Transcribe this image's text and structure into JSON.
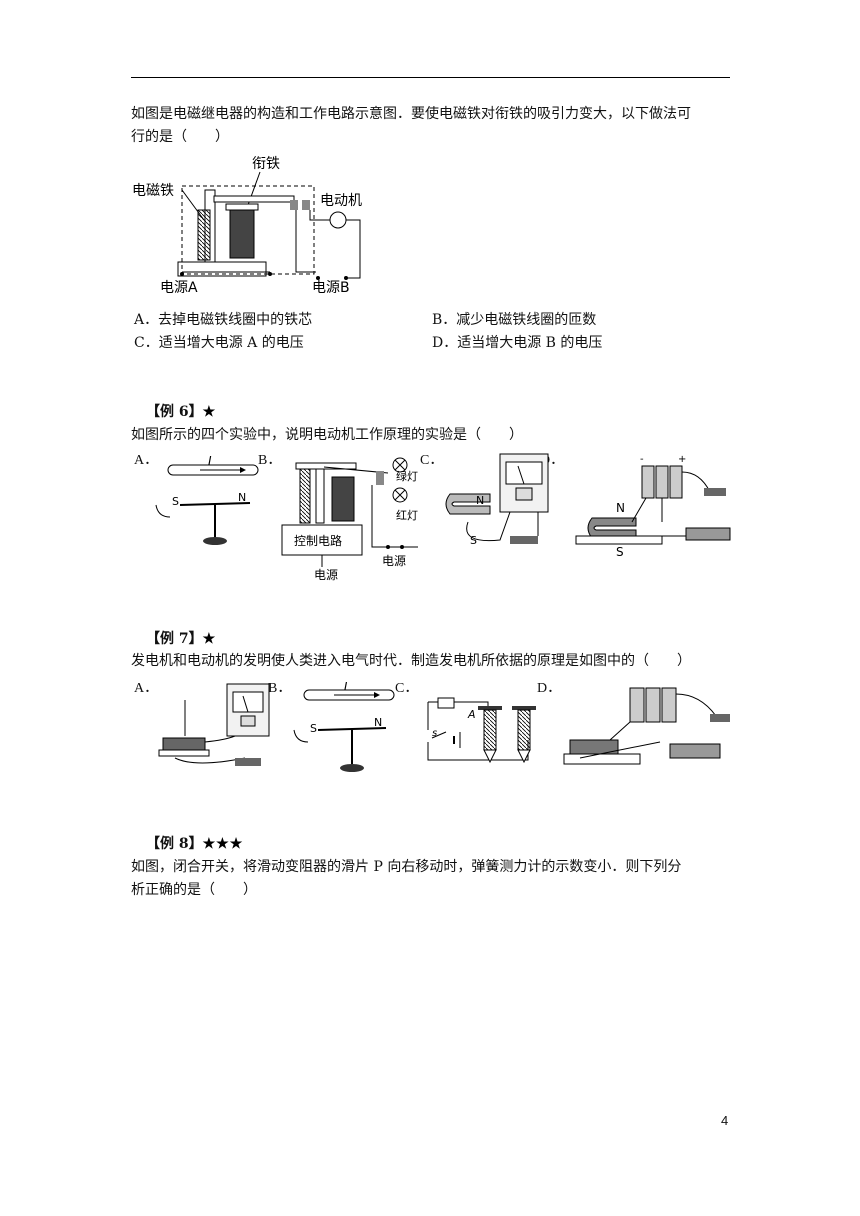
{
  "q5": {
    "stem_line1": "如图是电磁继电器的构造和工作电路示意图．要使电磁铁对衔铁的吸引力变大，以下做法可",
    "stem_line2": "行的是（　　）",
    "fig_labels": {
      "armature": "衔铁",
      "electromagnet": "电磁铁",
      "motor": "电动机",
      "source_a": "电源A",
      "source_b": "电源B"
    },
    "options": [
      {
        "label": "A．去掉电磁铁线圈中的铁芯"
      },
      {
        "label": "B．减少电磁铁线圈的匝数"
      },
      {
        "label": "C．适当增大电源 A 的电压"
      },
      {
        "label": "D．适当增大电源 B 的电压"
      }
    ]
  },
  "ex6": {
    "heading": "【例 6】",
    "stars": "★",
    "stem": "如图所示的四个实验中，说明电动机工作原理的实验是（　　）",
    "option_letters": [
      "A．",
      "B．",
      "C．",
      "D．"
    ],
    "fig_labels": {
      "current": "I",
      "s": "S",
      "n": "N",
      "green_lamp": "绿灯",
      "red_lamp": "红灯",
      "control": "控制电路",
      "source1": "电源",
      "source2": "电源"
    }
  },
  "ex7": {
    "heading": "【例 7】",
    "stars": "★",
    "stem": "发电机和电动机的发明使人类进入电气时代．制造发电机所依据的原理是如图中的（　　）",
    "option_letters": [
      "A．",
      "B．",
      "C．",
      "D．"
    ],
    "fig_labels": {
      "current": "I",
      "s": "S",
      "n": "N",
      "switch": "s",
      "a": "A"
    }
  },
  "ex8": {
    "heading": "【例 8】",
    "stars": "★★★",
    "stem_line1": "如图，闭合开关，将滑动变阻器的滑片 P 向右移动时，弹簧测力计的示数变小．则下列分",
    "stem_line2": "析正确的是（　　）"
  },
  "page_number": "4"
}
